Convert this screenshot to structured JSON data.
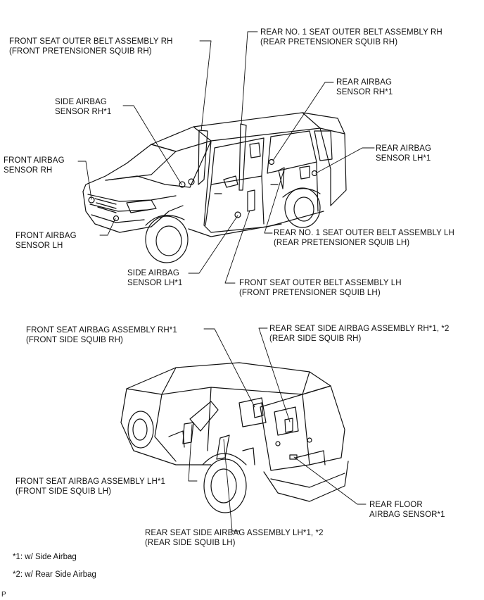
{
  "top_diagram": {
    "labels": {
      "front_belt_rh": [
        "FRONT SEAT OUTER BELT ASSEMBLY RH",
        "(FRONT PRETENSIONER SQUIB RH)"
      ],
      "rear_belt_rh": [
        "REAR NO. 1 SEAT OUTER BELT ASSEMBLY RH",
        "(REAR PRETENSIONER SQUIB RH)"
      ],
      "rear_airbag_sensor_rh": [
        "REAR AIRBAG",
        "SENSOR RH*1"
      ],
      "side_airbag_sensor_rh": [
        "SIDE AIRBAG",
        "SENSOR RH*1"
      ],
      "rear_airbag_sensor_lh": [
        "REAR AIRBAG",
        "SENSOR LH*1"
      ],
      "front_airbag_sensor_rh": [
        "FRONT AIRBAG",
        "SENSOR RH"
      ],
      "rear_belt_lh": [
        "REAR NO. 1 SEAT OUTER BELT ASSEMBLY LH",
        "(REAR PRETENSIONER SQUIB LH)"
      ],
      "front_airbag_sensor_lh": [
        "FRONT AIRBAG",
        "SENSOR LH"
      ],
      "side_airbag_sensor_lh": [
        "SIDE AIRBAG",
        "SENSOR LH*1"
      ],
      "front_belt_lh": [
        "FRONT SEAT OUTER BELT ASSEMBLY LH",
        "(FRONT PRETENSIONER SQUIB LH)"
      ]
    }
  },
  "bottom_diagram": {
    "labels": {
      "front_seat_airbag_rh": [
        "FRONT SEAT AIRBAG ASSEMBLY RH*1",
        "(FRONT SIDE SQUIB RH)"
      ],
      "rear_seat_side_airbag_rh": [
        "REAR SEAT SIDE AIRBAG ASSEMBLY RH*1, *2",
        "(REAR SIDE SQUIB RH)"
      ],
      "front_seat_airbag_lh": [
        "FRONT SEAT AIRBAG ASSEMBLY LH*1",
        "(FRONT SIDE SQUIB LH)"
      ],
      "rear_floor_airbag_sensor": [
        "REAR FLOOR",
        "AIRBAG SENSOR*1"
      ],
      "rear_seat_side_airbag_lh": [
        "REAR SEAT SIDE AIRBAG ASSEMBLY LH*1, *2",
        "(REAR SIDE SQUIB LH)"
      ]
    }
  },
  "footnotes": [
    "*1: w/ Side Airbag",
    "*2: w/ Rear Side Airbag"
  ],
  "corner_mark": "P"
}
